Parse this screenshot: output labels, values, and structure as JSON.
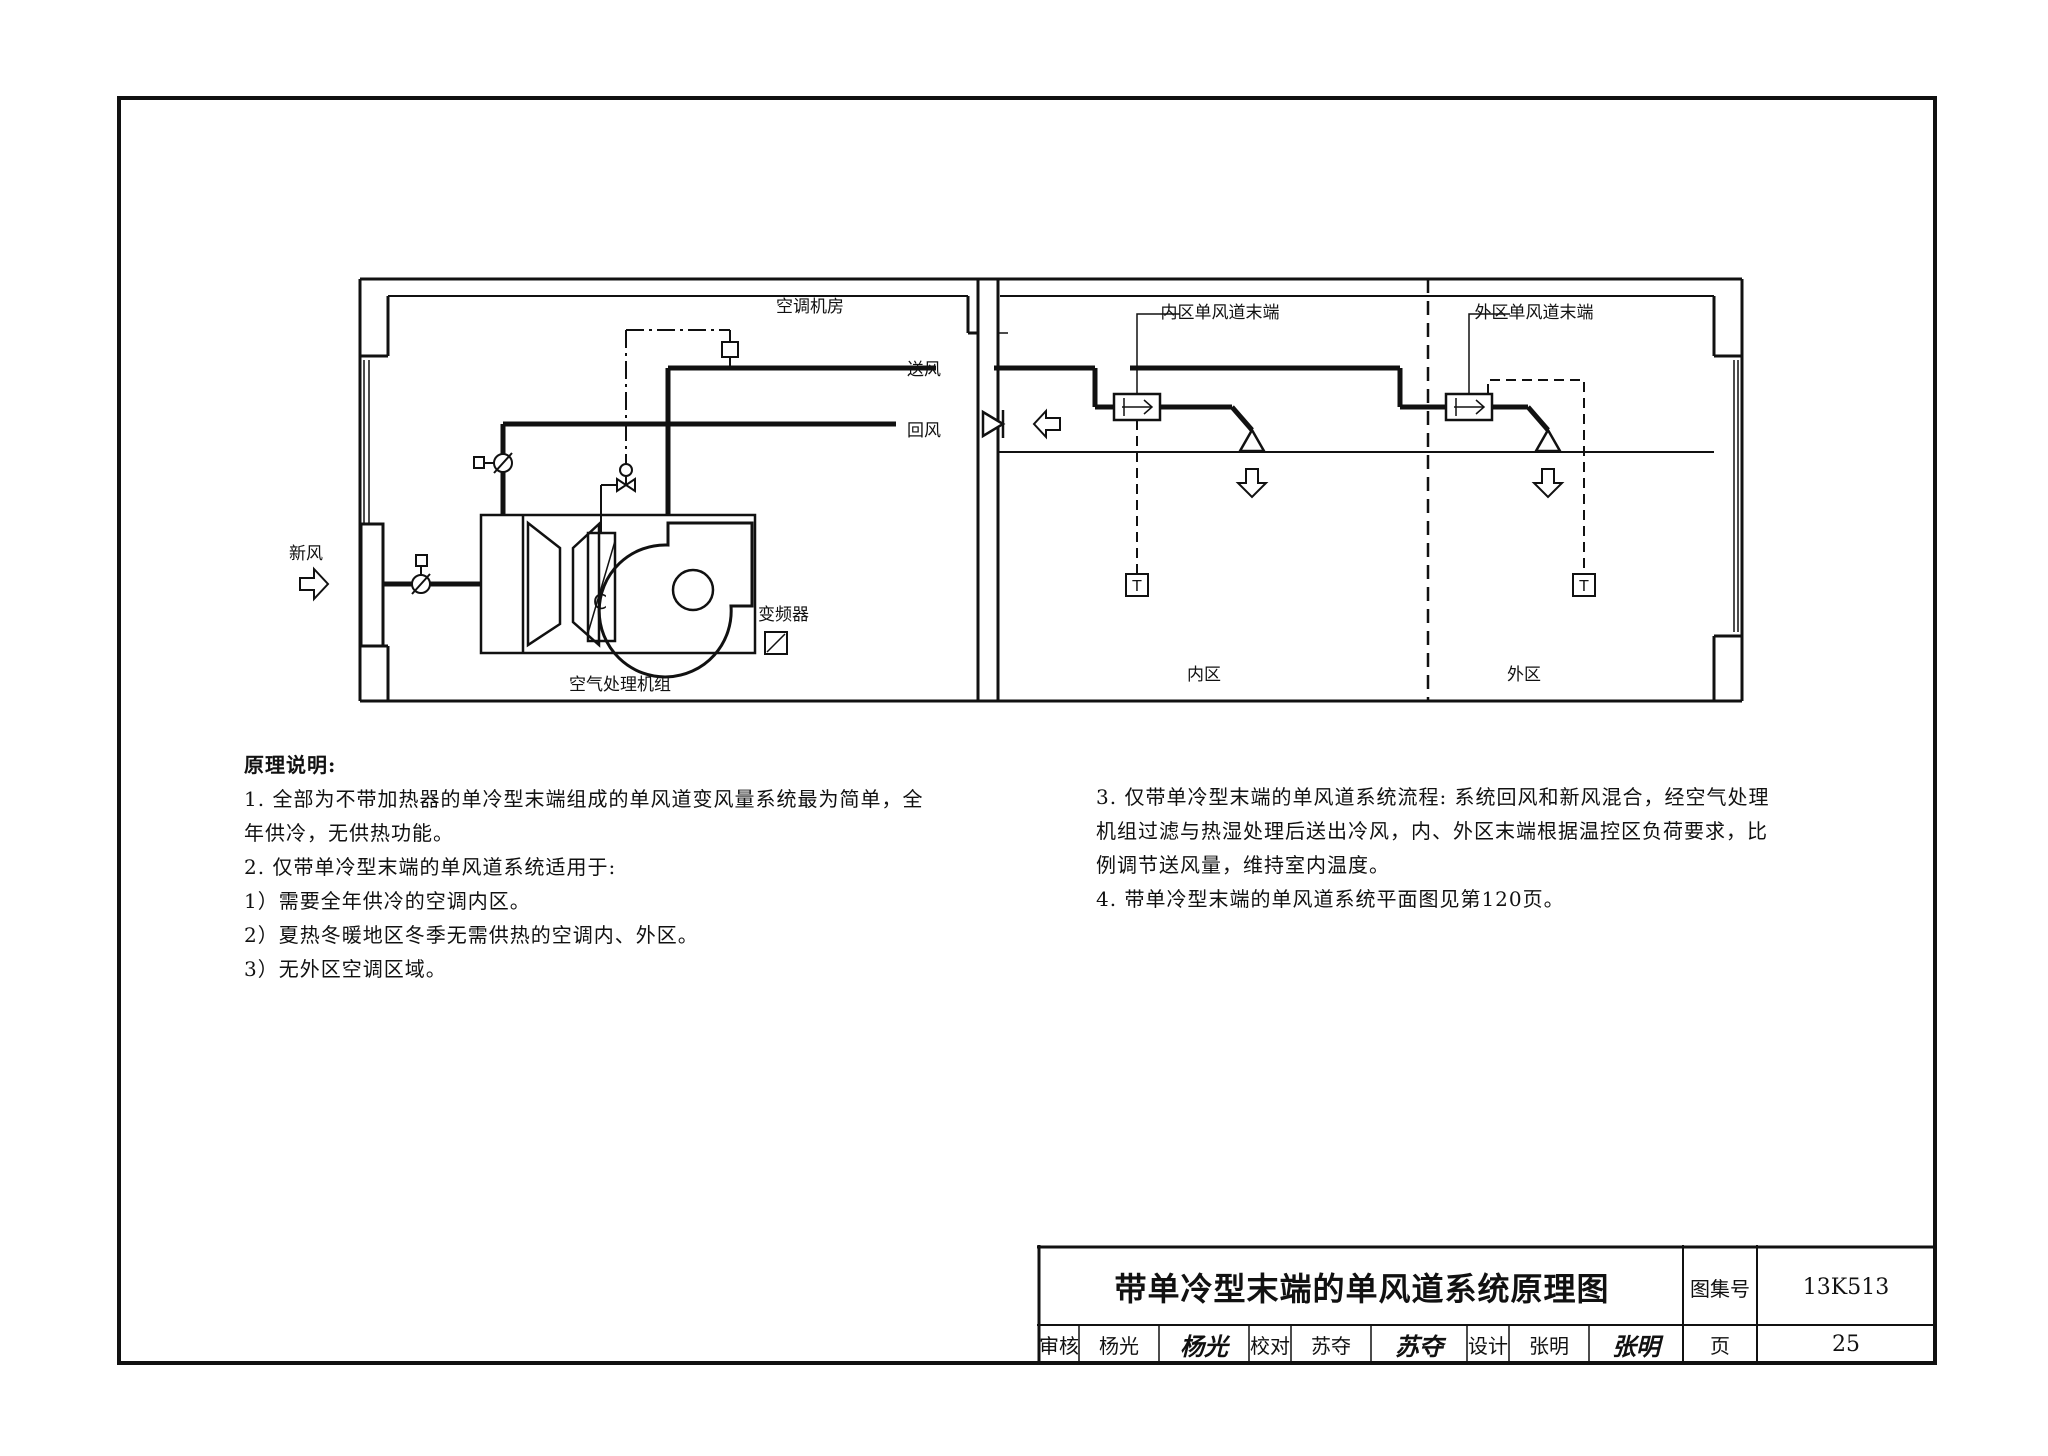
{
  "diagram": {
    "room_label": "空调机房",
    "ahu_label": "空气处理机组",
    "vfd_label": "变频器",
    "fresh_air_label": "新风",
    "supply_air_label": "送风",
    "return_air_label": "回风",
    "coil_letter": "C",
    "inner_terminal_label": "内区单风道末端",
    "outer_terminal_label": "外区单风道末端",
    "thermostat_letter": "T",
    "inner_zone_label": "内区",
    "outer_zone_label": "外区"
  },
  "notes": {
    "heading": "原理说明:",
    "left": [
      "1. 全部为不带加热器的单冷型末端组成的单风道变风量系统最为简单，全",
      "年供冷，无供热功能。",
      "2. 仅带单冷型末端的单风道系统适用于:",
      "1）需要全年供冷的空调内区。",
      "2）夏热冬暖地区冬季无需供热的空调内、外区。",
      "3）无外区空调区域。"
    ],
    "right": [
      "3. 仅带单冷型末端的单风道系统流程: 系统回风和新风混合，经空气处理",
      "机组过滤与热湿处理后送出冷风，内、外区末端根据温控区负荷要求，比",
      "例调节送风量，维持室内温度。",
      "4. 带单冷型末端的单风道系统平面图见第120页。"
    ]
  },
  "title_block": {
    "title": "带单冷型末端的单风道系统原理图",
    "atlas_no_label": "图集号",
    "atlas_no": "13K513",
    "review_label": "审核",
    "reviewer": "杨光",
    "reviewer_sig": "杨光",
    "check_label": "校对",
    "checker": "苏夺",
    "checker_sig": "苏夺",
    "design_label": "设计",
    "designer": "张明",
    "designer_sig": "张明",
    "page_label": "页",
    "page": "25"
  }
}
